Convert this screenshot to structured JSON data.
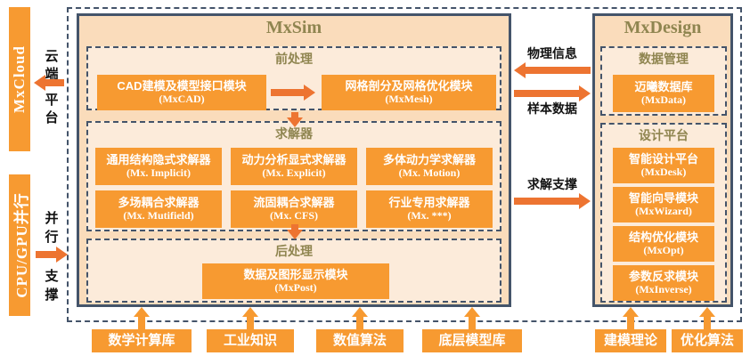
{
  "palette": {
    "box_orange": "#F79A31",
    "arrow_orange": "#ED7431",
    "panel_fill": "#FADCBB",
    "section_fill": "#FCEBDA",
    "border_blue": "#44546A",
    "title_olive": "#8F8550",
    "text_white": "#FFFFFF",
    "text_black": "#111111"
  },
  "left_rail": {
    "cloud_bar_label": "MxCloud",
    "cloud_chars": [
      "云",
      "端",
      "平",
      "台"
    ],
    "parallel_bar_label": "CPU/GPU并行",
    "parallel_chars": [
      "并",
      "行",
      "支",
      "撑"
    ]
  },
  "mxsim": {
    "title": "MxSim",
    "pre": {
      "title": "前处理",
      "modules": [
        {
          "title": "CAD建模及模型接口模块",
          "code": "(MxCAD)"
        },
        {
          "title": "网格剖分及网格优化模块",
          "code": "(MxMesh)"
        }
      ]
    },
    "solver": {
      "title": "求解器",
      "modules": [
        {
          "title": "通用结构隐式求解器",
          "code": "(Mx. Implicit)"
        },
        {
          "title": "动力分析显式求解器",
          "code": "(Mx. Explicit)"
        },
        {
          "title": "多体动力学求解器",
          "code": "(Mx. Motion)"
        },
        {
          "title": "多场耦合求解器",
          "code": "(Mx. Mutifield)"
        },
        {
          "title": "流固耦合求解器",
          "code": "(Mx. CFS)"
        },
        {
          "title": "行业专用求解器",
          "code": "(Mx. ***)"
        }
      ]
    },
    "post": {
      "title": "后处理",
      "modules": [
        {
          "title": "数据及图形显示模块",
          "code": "(MxPost)"
        }
      ]
    }
  },
  "mxdesign": {
    "title": "MxDesign",
    "data": {
      "title": "数据管理",
      "modules": [
        {
          "title": "迈曦数据库",
          "code": "(MxData)"
        }
      ]
    },
    "design": {
      "title": "设计平台",
      "modules": [
        {
          "title": "智能设计平台",
          "code": "(MxDesk)"
        },
        {
          "title": "智能向导模块",
          "code": "(MxWizard)"
        },
        {
          "title": "结构优化模块",
          "code": "(MxOpt)"
        },
        {
          "title": "参数反求模块",
          "code": "(MxInverse)"
        }
      ]
    }
  },
  "connectors": {
    "physical_info": "物理信息",
    "sample_data": "样本数据",
    "solver_support": "求解支撑"
  },
  "foundations": [
    "数学计算库",
    "工业知识",
    "数值算法",
    "底层模型库",
    "建模理论",
    "优化算法"
  ]
}
